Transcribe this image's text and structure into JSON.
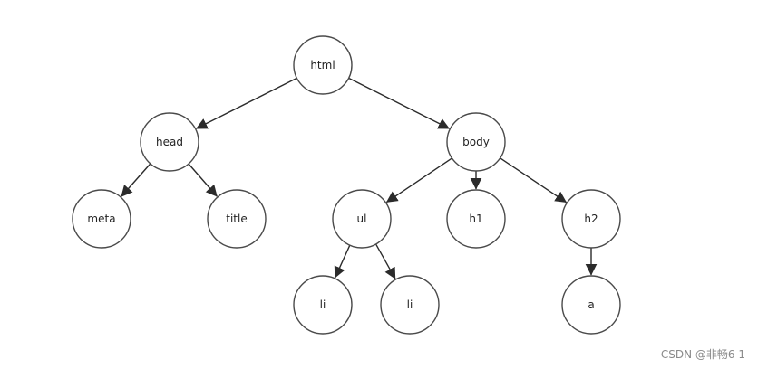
{
  "diagram": {
    "nodes": [
      {
        "id": "html",
        "label": "html"
      },
      {
        "id": "head",
        "label": "head"
      },
      {
        "id": "body",
        "label": "body"
      },
      {
        "id": "meta",
        "label": "meta"
      },
      {
        "id": "title",
        "label": "title"
      },
      {
        "id": "ul",
        "label": "ul"
      },
      {
        "id": "h1",
        "label": "h1"
      },
      {
        "id": "h2",
        "label": "h2"
      },
      {
        "id": "li1",
        "label": "li"
      },
      {
        "id": "li2",
        "label": "li"
      },
      {
        "id": "a",
        "label": "a"
      }
    ],
    "edges": [
      {
        "from": "html",
        "to": "head"
      },
      {
        "from": "html",
        "to": "body"
      },
      {
        "from": "head",
        "to": "meta"
      },
      {
        "from": "head",
        "to": "title"
      },
      {
        "from": "body",
        "to": "ul"
      },
      {
        "from": "body",
        "to": "h1"
      },
      {
        "from": "body",
        "to": "h2"
      },
      {
        "from": "ul",
        "to": "li1"
      },
      {
        "from": "ul",
        "to": "li2"
      },
      {
        "from": "h2",
        "to": "a"
      }
    ]
  },
  "watermark": {
    "text": "CSDN @非畅6 1"
  }
}
